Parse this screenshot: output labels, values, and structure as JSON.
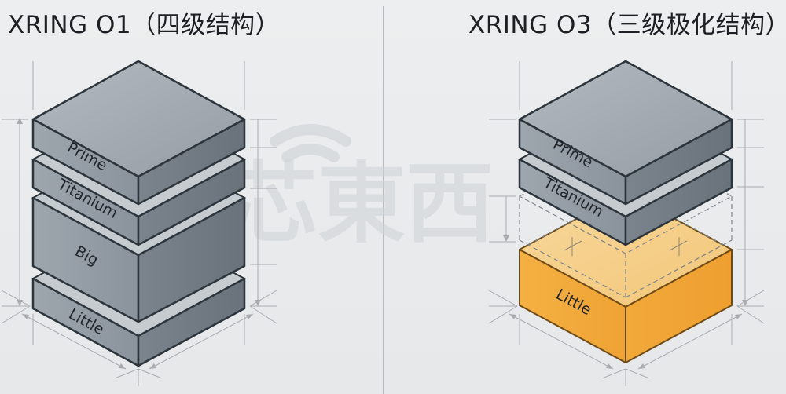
{
  "titles": {
    "left": "XRING O1（四级结构）",
    "right": "XRING O3（三级极化结构）"
  },
  "watermark": {
    "text": "芯東西",
    "icon": "wifi-signal-icon"
  },
  "diagrams": [
    {
      "name": "XRING O1",
      "structure": "four-tier",
      "layers": [
        {
          "label": "Prime",
          "color": "#9aa2aa"
        },
        {
          "label": "Titanium",
          "color": "#9aa2aa"
        },
        {
          "label": "Big",
          "color": "#9aa2aa"
        },
        {
          "label": "Little",
          "color": "#9aa2aa"
        }
      ]
    },
    {
      "name": "XRING O3",
      "structure": "three-tier polarized",
      "layers": [
        {
          "label": "Prime",
          "color": "#9aa2aa"
        },
        {
          "label": "Titanium",
          "color": "#9aa2aa"
        },
        {
          "label": "",
          "color": "none",
          "style": "dashed-outline-removed-tier"
        },
        {
          "label": "Little",
          "color": "#f2a93b"
        }
      ]
    }
  ],
  "colors": {
    "background": "#e9ebec",
    "gray_top": "#a6adb4",
    "gray_left": "#97a0a8",
    "gray_right": "#7a838c",
    "orange_top": "#f6cf88",
    "orange_left": "#f3aa3c",
    "orange_right": "#f0a535",
    "outline": "#2c343c",
    "dimension_lines": "#a9adb1"
  }
}
